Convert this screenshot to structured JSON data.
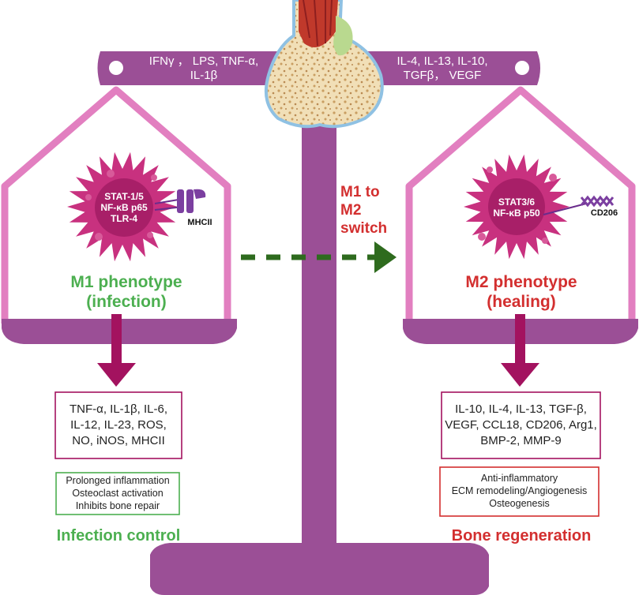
{
  "beam": {
    "left_cytokines": [
      "IFNγ ， LPS, TNF-α,",
      "IL-1β"
    ],
    "right_cytokines": [
      "IL-4, IL-13, IL-10,",
      "TGFβ， VEGF"
    ]
  },
  "m1": {
    "markers": [
      "STAT-1/5",
      "NF-κB p65",
      "TLR-4"
    ],
    "receptor": "MHCII",
    "phenotype": [
      "M1 phenotype",
      "(infection)"
    ],
    "secreted": [
      "TNF-α, IL-1β, IL-6,",
      "IL-12, IL-23, ROS,",
      "NO, iNOS, MHCII"
    ],
    "effects": [
      "Prolonged inflammation",
      "Osteoclast activation",
      "Inhibits bone repair"
    ],
    "outcome": "Infection control"
  },
  "m2": {
    "markers": [
      "STAT3/6",
      "NF-κB p50"
    ],
    "receptor": "CD206",
    "phenotype": [
      "M2 phenotype",
      "(healing)"
    ],
    "secreted": [
      "IL-10, IL-4, IL-13, TGF-β,",
      "VEGF, CCL18, CD206, Arg1,",
      "BMP-2, MMP-9"
    ],
    "effects": [
      "Anti-inflammatory",
      "ECM remodeling/Angiogenesis",
      "Osteogenesis"
    ],
    "outcome": "Bone regeneration"
  },
  "switch_label": [
    "M1 to",
    "M2",
    "switch"
  ],
  "colors": {
    "scale_purple": "#9b4f96",
    "house_pink": "#e27fc0",
    "cell_magenta": "#c8317f",
    "arrow_magenta": "#a3125f",
    "m1_green": "#4caf50",
    "m2_red": "#d32f2f",
    "switch_arrow": "#2e6b1e"
  }
}
